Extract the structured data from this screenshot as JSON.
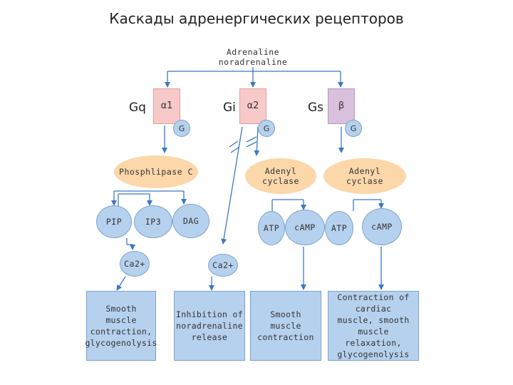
{
  "title": "Каскады адренергических рецепторов",
  "source": {
    "line1": "Adrenaline",
    "line2": "noradrenaline"
  },
  "receptors": [
    {
      "gprotein": "Gq",
      "name": "α1",
      "g": "G"
    },
    {
      "gprotein": "Gi",
      "name": "α2",
      "g": "G"
    },
    {
      "gprotein": "Gs",
      "name": "β",
      "g": "G"
    }
  ],
  "enzymes": {
    "plc": "Phosphlipase C",
    "ac1": "Adenyl\ncyclase",
    "ac2": "Adenyl\ncyclase"
  },
  "messengers": {
    "pip": "PIP",
    "ip3": "IP3",
    "dag": "DAG",
    "atp1": "ATP",
    "camp1": "cAMP",
    "atp2": "ATP",
    "camp2": "cAMP",
    "ca_left": "Ca2+",
    "ca_mid": "Ca2+"
  },
  "outcomes": [
    "Smooth\nmuscle\ncontraction,\nglycogenolysis",
    "Inhibition of\nnoradrenaline\nrelease",
    "Smooth\nmuscle\ncontraction",
    "Contraction of\ncardiac\nmuscle, smooth\nmuscle relaxation,\nglycogenolysis"
  ],
  "colors": {
    "arrow": "#3c78c8",
    "receptor": "#f7c9c9",
    "beta": "#d9c0dc",
    "enzyme": "#fbd7aa",
    "node": "#b6d1ee"
  }
}
